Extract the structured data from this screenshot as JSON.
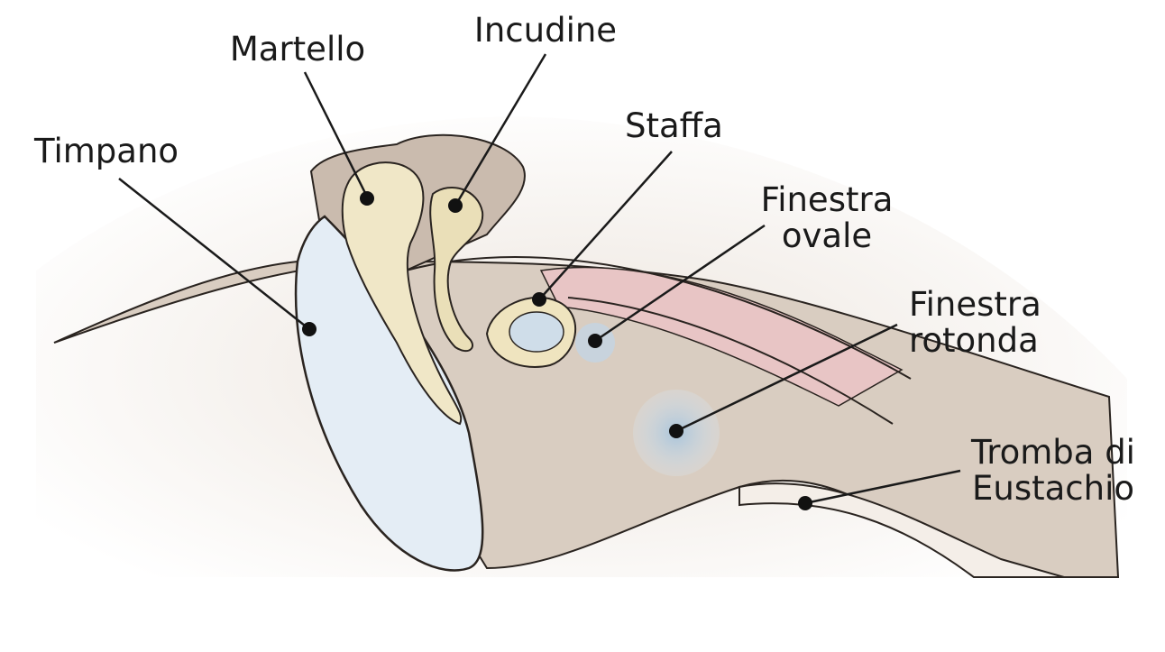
{
  "labels": {
    "martello": "Martello",
    "incudine": "Incudine",
    "timpano": "Timpano",
    "staffa": "Staffa",
    "finestra_ovale_1": "Finestra",
    "finestra_ovale_2": "ovale",
    "finestra_rotonda_1": "Finestra",
    "finestra_rotonda_2": "rotonda",
    "tromba_1": "Tromba di",
    "tromba_2": "Eustachio"
  },
  "colors": {
    "skin": "#f1ebe4",
    "cavity": "#d8ccc0",
    "bone": "#efe6c6",
    "eardrum": "#e3ecf4",
    "window": "#b6cde0",
    "muscle": "#e7c3c3",
    "outline": "#2a2420"
  }
}
